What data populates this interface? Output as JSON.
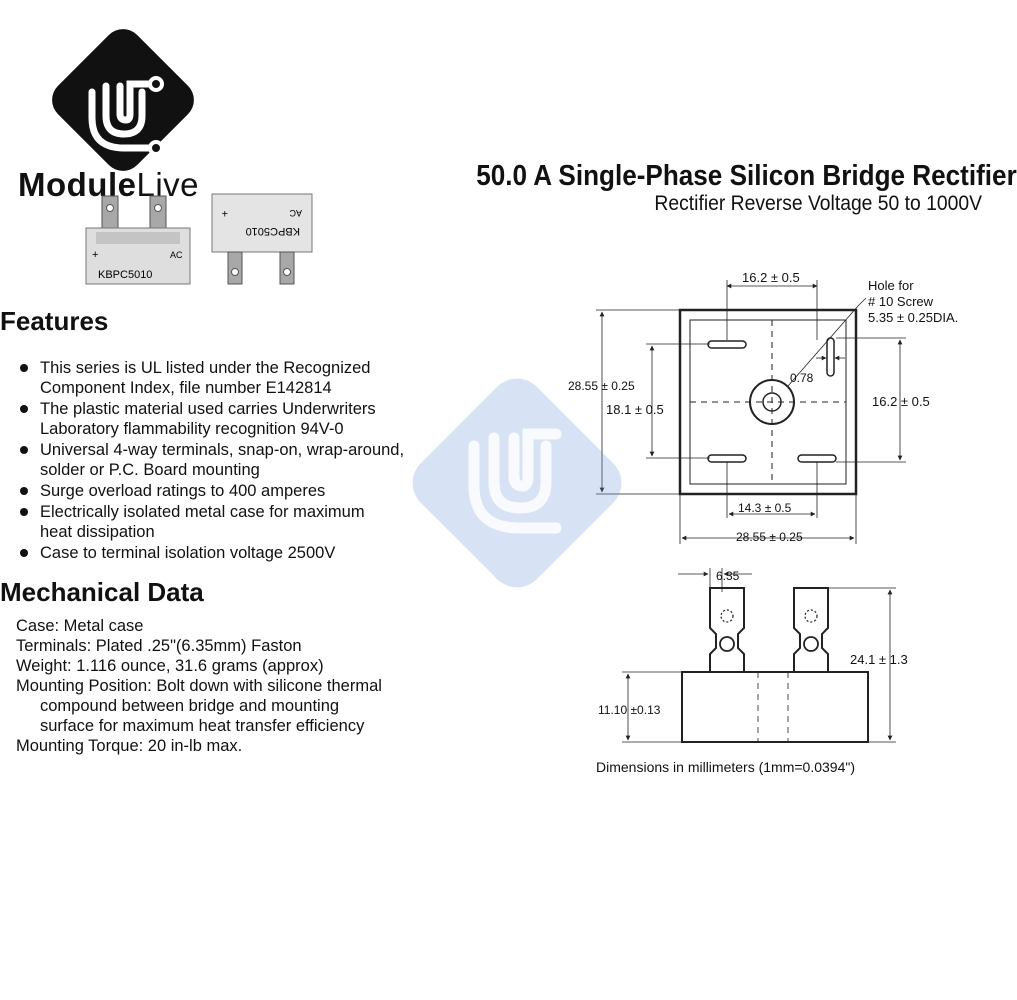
{
  "brand": {
    "name_bold": "Module",
    "name_light": "Live",
    "accent": "#111111"
  },
  "heading": {
    "title": "50.0 A Single-Phase Silicon Bridge Rectifier",
    "subtitle": "Rectifier Reverse Voltage 50 to 1000V"
  },
  "photos": {
    "left_part_label": "KBPC5010",
    "left_plus": "+",
    "left_ac": "AC",
    "right_part_label": "KBPC5010",
    "right_ac": "AC",
    "right_plus": "+"
  },
  "features": {
    "heading": "Features",
    "items": [
      {
        "line1": "This series is UL listed under the Recognized",
        "line2": "Component Index, file number E142814"
      },
      {
        "line1": "The plastic material used carries Underwriters",
        "line2": "Laboratory flammability recognition 94V-0"
      },
      {
        "line1": "Universal 4-way terminals, snap-on, wrap-around,",
        "line2": "solder or P.C. Board mounting"
      },
      {
        "line1": "Surge overload ratings to 400 amperes",
        "line2": ""
      },
      {
        "line1": "Electrically isolated metal case for maximum",
        "line2": "heat dissipation"
      },
      {
        "line1": "Case to terminal isolation voltage 2500V",
        "line2": ""
      }
    ]
  },
  "mechanical": {
    "heading": "Mechanical Data",
    "case": "Case: Metal case",
    "terminals": "Terminals: Plated .25\"(6.35mm) Faston",
    "weight": "Weight: 1.116 ounce, 31.6 grams (approx)",
    "mounting_position_1": "Mounting Position: Bolt down with silicone thermal",
    "mounting_position_2": "compound between bridge and mounting",
    "mounting_position_3": "surface for maximum heat transfer efficiency",
    "mounting_torque": "Mounting Torque: 20 in-lb max."
  },
  "drawing": {
    "top_width": "16.2 ± 0.5",
    "hole_1": "Hole for",
    "hole_2": "# 10 Screw",
    "hole_3": "5.35 ± 0.25DIA.",
    "outer_height": "28.55 ± 0.25",
    "inner_height": "18.1 ± 0.5",
    "terminal_width": "0.78",
    "right_height": "16.2 ± 0.5",
    "bottom_inner": "14.3 ± 0.5",
    "bottom_outer": "28.55 ± 0.25",
    "terminal_spacing": "6.35",
    "total_height": "24.1 ± 1.3",
    "body_height": "11.10 ±0.13",
    "note": "Dimensions in millimeters (1mm=0.0394\")"
  }
}
